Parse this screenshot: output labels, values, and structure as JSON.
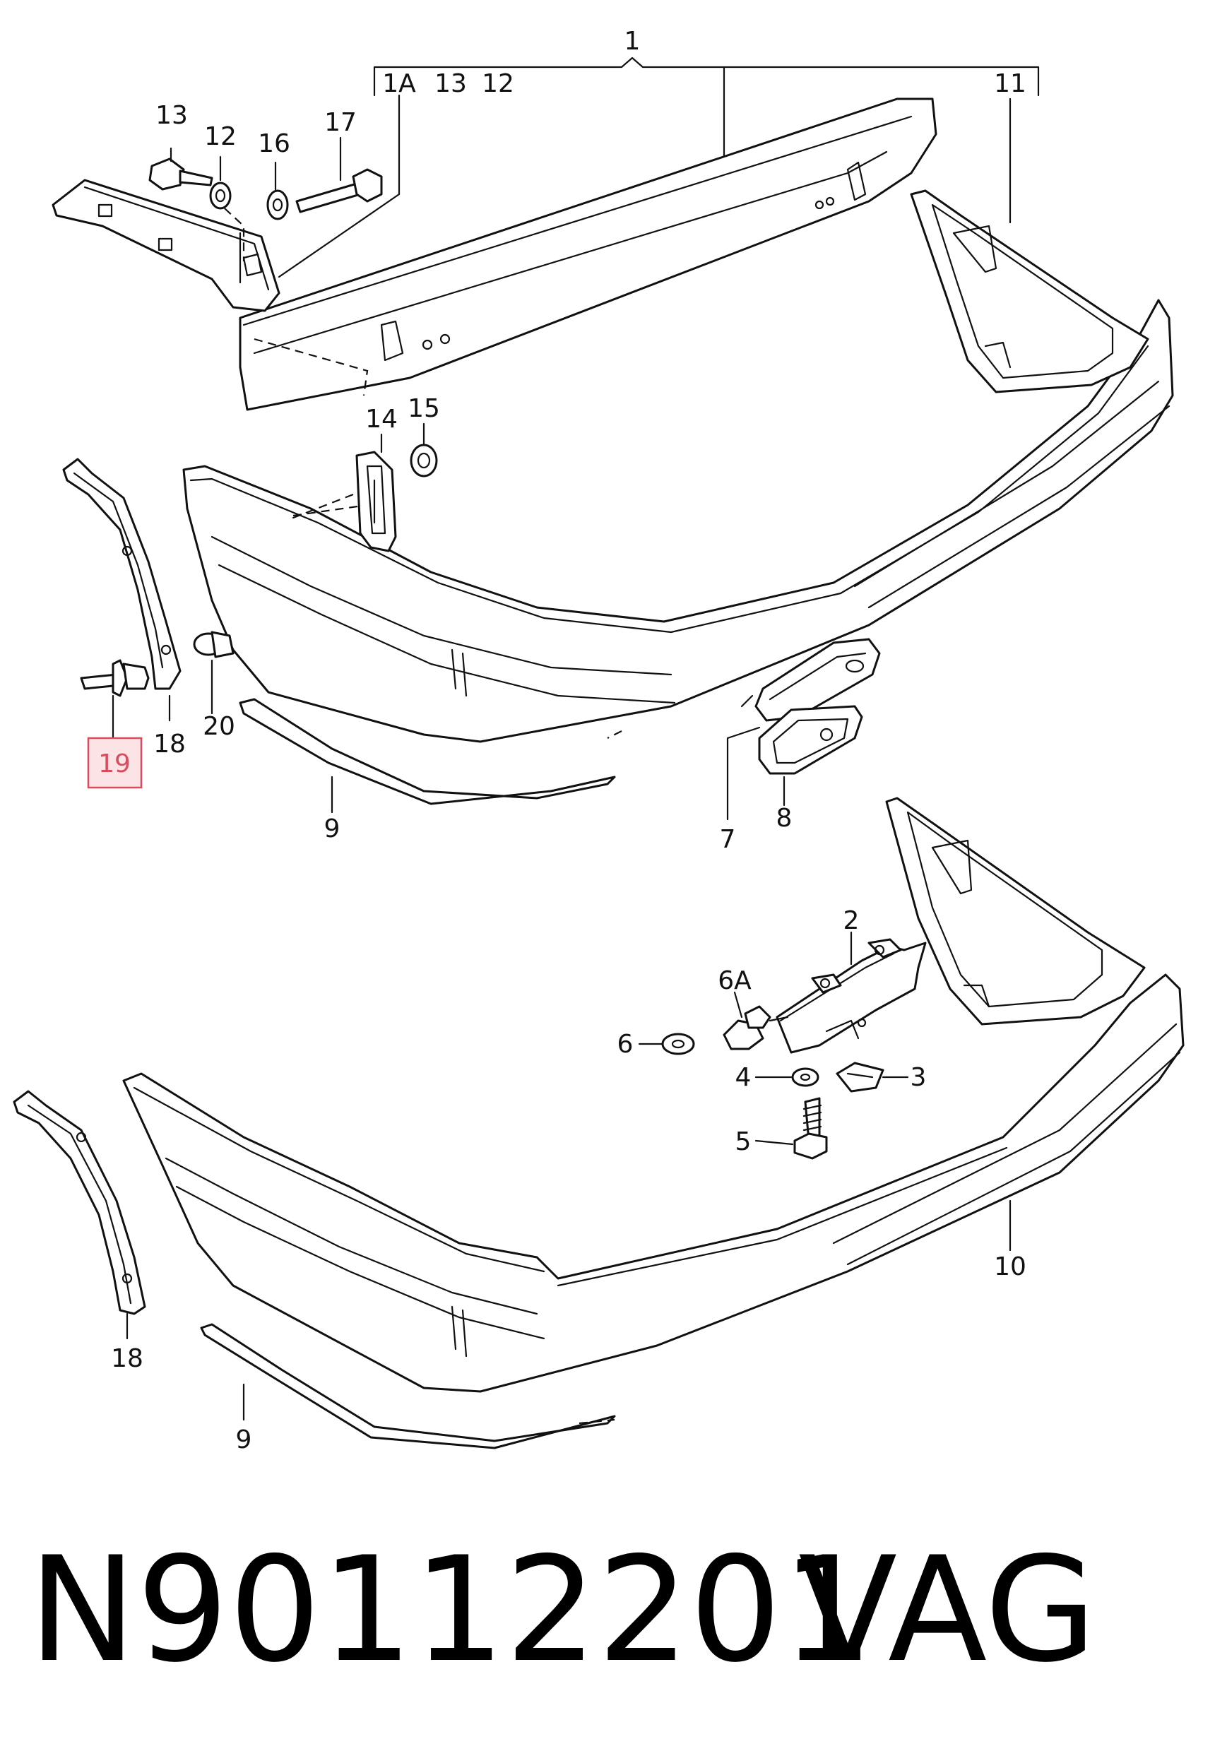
{
  "callouts": {
    "c1": "1",
    "c1a": "1A",
    "c13top": "13",
    "c12top": "12",
    "c11": "11",
    "c13": "13",
    "c12": "12",
    "c16": "16",
    "c17": "17",
    "c14": "14",
    "c15": "15",
    "c19": "19",
    "c18a": "18",
    "c20": "20",
    "c9a": "9",
    "c7": "7",
    "c8": "8",
    "c2": "2",
    "c6a": "6A",
    "c6": "6",
    "c4": "4",
    "c3": "3",
    "c5": "5",
    "c10": "10",
    "c18b": "18",
    "c9b": "9"
  },
  "highlight": {
    "label": "19",
    "color": "#d94b5d",
    "fill": "#fbe3e6"
  },
  "caption": {
    "part_number": "N90112201",
    "brand": "VAG"
  }
}
